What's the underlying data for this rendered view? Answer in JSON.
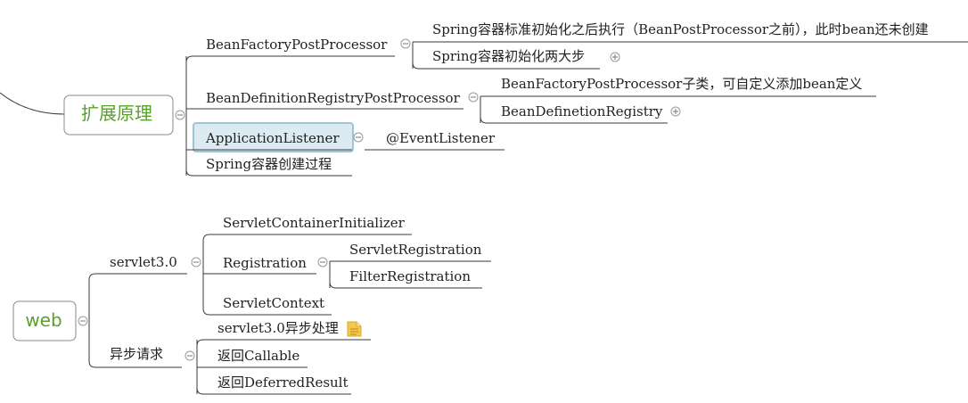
{
  "theme": {
    "root_text_color": "#5aa02c",
    "line_color": "#3a3a3a",
    "selected_fill": "#dcebf1",
    "note_icon_color": "#f2c94c"
  },
  "mindmap": {
    "extension": {
      "label": "扩展原理",
      "children": {
        "bfpp": {
          "label": "BeanFactoryPostProcessor",
          "items": [
            "Spring容器标准初始化之后执行（BeanPostProcessor之前），此时bean还未创建",
            "Spring容器初始化两大步"
          ]
        },
        "bdrpp": {
          "label": "BeanDefinitionRegistryPostProcessor",
          "items": [
            "BeanFactoryPostProcessor子类，可自定义添加bean定义",
            "BeanDefinetionRegistry"
          ]
        },
        "listener": {
          "label": "ApplicationListener",
          "items": [
            "@EventListener"
          ]
        },
        "creation": {
          "label": "Spring容器创建过程"
        }
      }
    },
    "web": {
      "label": "web",
      "children": {
        "servlet3": {
          "label": "servlet3.0",
          "initializer": "ServletContainerInitializer",
          "registration": {
            "label": "Registration",
            "items": [
              "ServletRegistration",
              "FilterRegistration"
            ]
          },
          "context": "ServletContext"
        },
        "async": {
          "label": "异步请求",
          "items": [
            "servlet3.0异步处理",
            "返回Callable",
            "返回DeferredResult"
          ]
        }
      }
    }
  }
}
